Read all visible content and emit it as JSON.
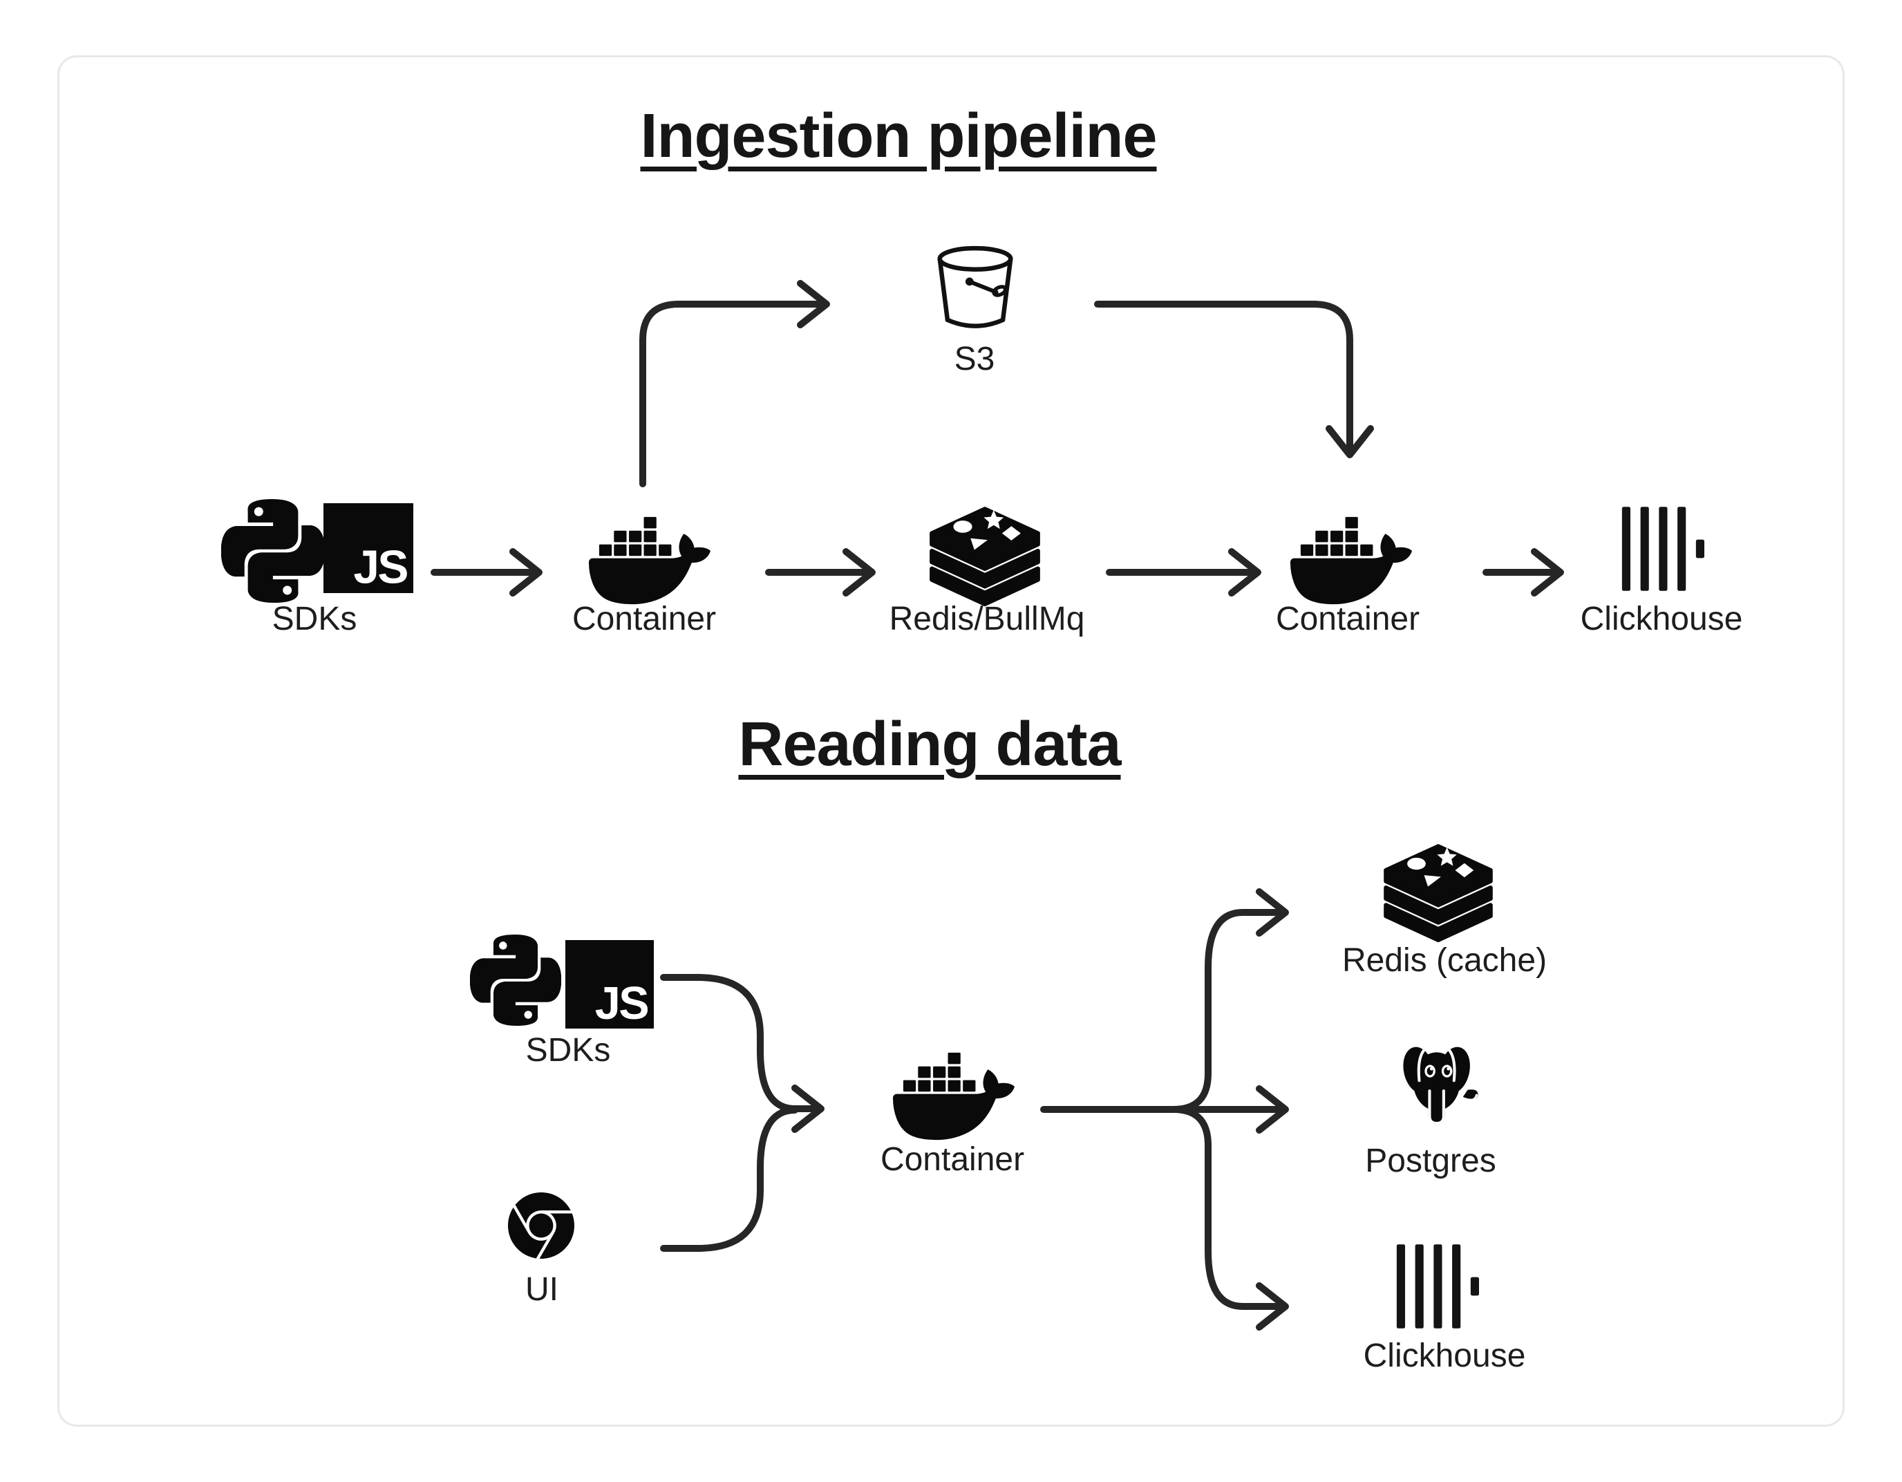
{
  "colors": {
    "background": "#ffffff",
    "card_border": "#e8e8e8",
    "ink": "#1d1d1d",
    "icon_black": "#0a0a0a",
    "connector": "#262626"
  },
  "ingestion": {
    "title": "Ingestion pipeline",
    "nodes": {
      "sdks": "SDKs",
      "s3": "S3",
      "ingest_container": "Container",
      "queue": "Redis/BullMq",
      "worker_container": "Container",
      "warehouse": "Clickhouse"
    }
  },
  "reading": {
    "title": "Reading data",
    "nodes": {
      "sdks": "SDKs",
      "ui": "UI",
      "api_container": "Container",
      "cache": "Redis (cache)",
      "database": "Postgres",
      "warehouse": "Clickhouse"
    }
  },
  "icons": {
    "js_badge": "JS"
  }
}
